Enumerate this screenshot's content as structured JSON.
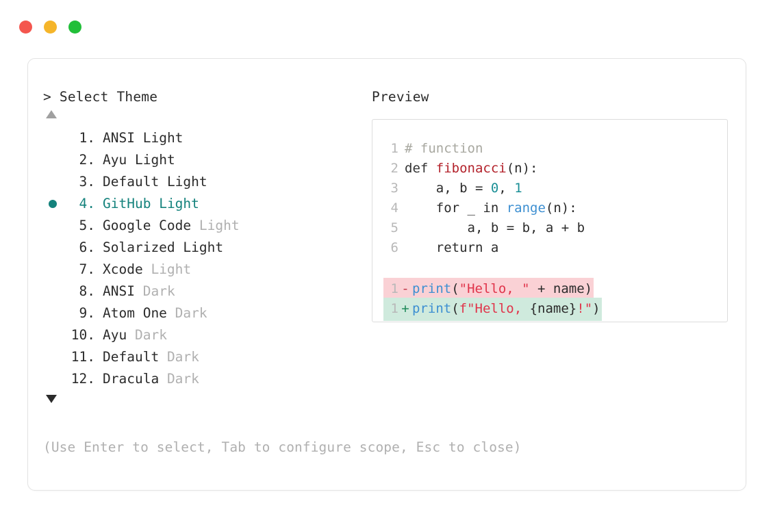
{
  "window": {
    "traffic_lights": [
      {
        "name": "close-button",
        "color": "#f4564e"
      },
      {
        "name": "minimize-button",
        "color": "#f5b52a"
      },
      {
        "name": "maximize-button",
        "color": "#21bf39"
      }
    ]
  },
  "colors": {
    "accent": "#14827c",
    "text": "#2b2b2b",
    "dim": "#b0b0b0",
    "border": "#e3e3e3",
    "preview_border": "#dcdcdc",
    "gutter": "#b8b8b8",
    "diff_add_bg": "#cfeadd",
    "diff_del_bg": "#fad1d5",
    "comment": "#a8a8a0",
    "keyword": "#333333",
    "function": "#b3222b",
    "builtin": "#3d8fd1",
    "number": "#1a8f96",
    "string": "#e0344a"
  },
  "prompt": {
    "caret": ">",
    "title": "Select Theme"
  },
  "preview": {
    "label": "Preview"
  },
  "scroll": {
    "up_icon": "triangle-up",
    "down_icon": "triangle-down"
  },
  "themes": [
    {
      "num": "1.",
      "name": "ANSI",
      "variant": "Light",
      "variant_dim": false,
      "selected": false
    },
    {
      "num": "2.",
      "name": "Ayu",
      "variant": "Light",
      "variant_dim": false,
      "selected": false
    },
    {
      "num": "3.",
      "name": "Default",
      "variant": "Light",
      "variant_dim": false,
      "selected": false
    },
    {
      "num": "4.",
      "name": "GitHub",
      "variant": "Light",
      "variant_dim": false,
      "selected": true
    },
    {
      "num": "5.",
      "name": "Google Code",
      "variant": "Light",
      "variant_dim": true,
      "selected": false
    },
    {
      "num": "6.",
      "name": "Solarized",
      "variant": "Light",
      "variant_dim": false,
      "selected": false
    },
    {
      "num": "7.",
      "name": "Xcode",
      "variant": "Light",
      "variant_dim": true,
      "selected": false
    },
    {
      "num": "8.",
      "name": "ANSI",
      "variant": "Dark",
      "variant_dim": true,
      "selected": false
    },
    {
      "num": "9.",
      "name": "Atom One",
      "variant": "Dark",
      "variant_dim": true,
      "selected": false
    },
    {
      "num": "10.",
      "name": "Ayu",
      "variant": "Dark",
      "variant_dim": true,
      "selected": false
    },
    {
      "num": "11.",
      "name": "Default",
      "variant": "Dark",
      "variant_dim": true,
      "selected": false
    },
    {
      "num": "12.",
      "name": "Dracula",
      "variant": "Dark",
      "variant_dim": true,
      "selected": false
    }
  ],
  "hint": "(Use Enter to select, Tab to configure scope, Esc to close)",
  "code": {
    "lines": [
      {
        "n": "1",
        "tokens": [
          {
            "t": "# function",
            "c": "comment"
          }
        ]
      },
      {
        "n": "2",
        "tokens": [
          {
            "t": "def ",
            "c": "kw"
          },
          {
            "t": "fibonacci",
            "c": "fn"
          },
          {
            "t": "(n):",
            "c": "plain"
          }
        ]
      },
      {
        "n": "3",
        "tokens": [
          {
            "t": "    a, b = ",
            "c": "plain"
          },
          {
            "t": "0",
            "c": "num"
          },
          {
            "t": ", ",
            "c": "plain"
          },
          {
            "t": "1",
            "c": "num"
          }
        ]
      },
      {
        "n": "4",
        "tokens": [
          {
            "t": "    for _ in ",
            "c": "plain"
          },
          {
            "t": "range",
            "c": "builtin"
          },
          {
            "t": "(n):",
            "c": "plain"
          }
        ]
      },
      {
        "n": "5",
        "tokens": [
          {
            "t": "        a, b = b, a + b",
            "c": "plain"
          }
        ]
      },
      {
        "n": "6",
        "tokens": [
          {
            "t": "    return a",
            "c": "plain"
          }
        ]
      }
    ],
    "diff": [
      {
        "n": "1",
        "sign": "-",
        "kind": "del",
        "tokens": [
          {
            "t": "print",
            "c": "builtin"
          },
          {
            "t": "(",
            "c": "plain"
          },
          {
            "t": "\"Hello, \"",
            "c": "str"
          },
          {
            "t": " + name)",
            "c": "plain"
          }
        ]
      },
      {
        "n": "1",
        "sign": "+",
        "kind": "add",
        "tokens": [
          {
            "t": "print",
            "c": "builtin"
          },
          {
            "t": "(",
            "c": "plain"
          },
          {
            "t": "f\"Hello, ",
            "c": "str"
          },
          {
            "t": "{name}",
            "c": "plain"
          },
          {
            "t": "!\"",
            "c": "str"
          },
          {
            "t": ")",
            "c": "plain"
          }
        ]
      }
    ]
  }
}
